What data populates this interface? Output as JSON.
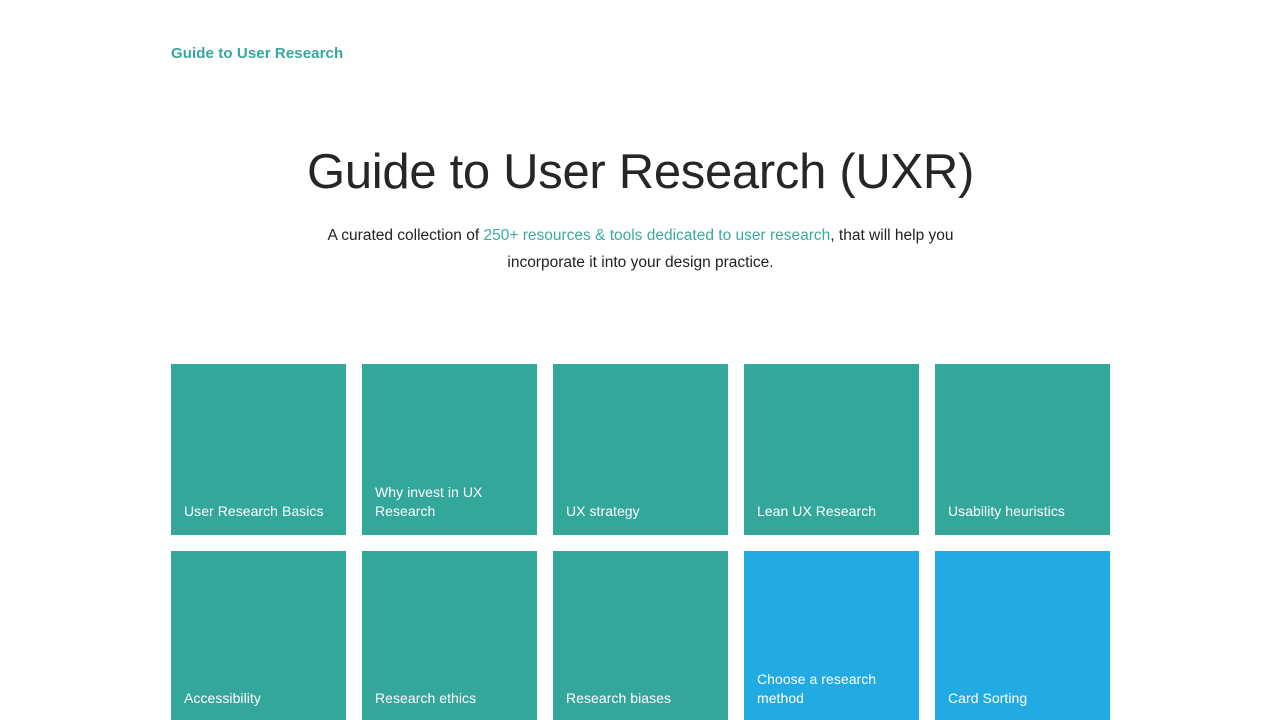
{
  "header": {
    "brand_label": "Guide to User Research"
  },
  "hero": {
    "title": "Guide to User Research (UXR)",
    "subtitle_before": "A curated collection of ",
    "subtitle_link": "250+ resources & tools dedicated to user research",
    "subtitle_after": ",  that will help you incorporate it into your design practice."
  },
  "colors": {
    "teal": "#34a79b",
    "blue": "#22abe2",
    "brand_text": "#35a79b",
    "link_text": "#3cab9f",
    "title_text": "#262626",
    "body_text": "#222222",
    "card_label_text": "#ffffff",
    "page_background": "#ffffff"
  },
  "cards": [
    {
      "label": "User Research Basics",
      "color_key": "teal"
    },
    {
      "label": "Why invest in UX Research",
      "color_key": "teal"
    },
    {
      "label": "UX strategy",
      "color_key": "teal"
    },
    {
      "label": "Lean UX Research",
      "color_key": "teal"
    },
    {
      "label": "Usability heuristics",
      "color_key": "teal"
    },
    {
      "label": "Accessibility",
      "color_key": "teal"
    },
    {
      "label": "Research ethics",
      "color_key": "teal"
    },
    {
      "label": "Research biases",
      "color_key": "teal"
    },
    {
      "label": "Choose a research method",
      "color_key": "blue"
    },
    {
      "label": "Card Sorting",
      "color_key": "blue"
    }
  ]
}
